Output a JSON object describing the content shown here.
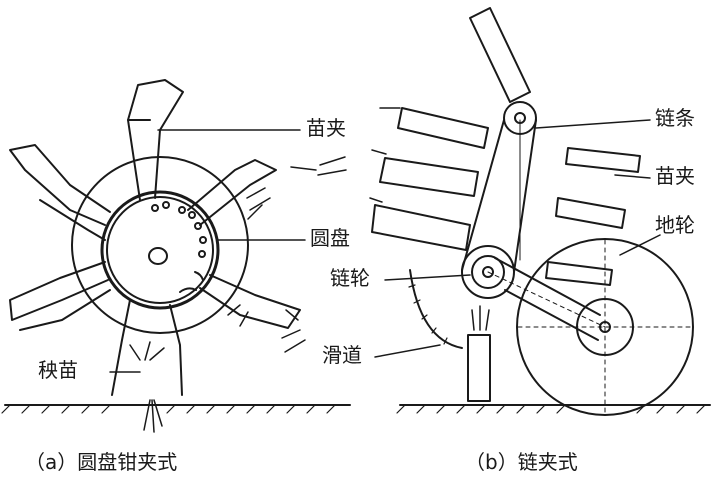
{
  "labels": {
    "a": {
      "seedling_clamp": "苗夹",
      "disc": "圆盘",
      "seedling": "秧苗",
      "caption": "（a）圆盘钳夹式"
    },
    "b": {
      "chain": "链条",
      "seedling_clamp": "苗夹",
      "ground_wheel": "地轮",
      "sprocket": "链轮",
      "slideway": "滑道",
      "caption": "（b）链夹式"
    }
  },
  "colors": {
    "ink": "#1a1a1a",
    "paper": "#ffffff"
  }
}
